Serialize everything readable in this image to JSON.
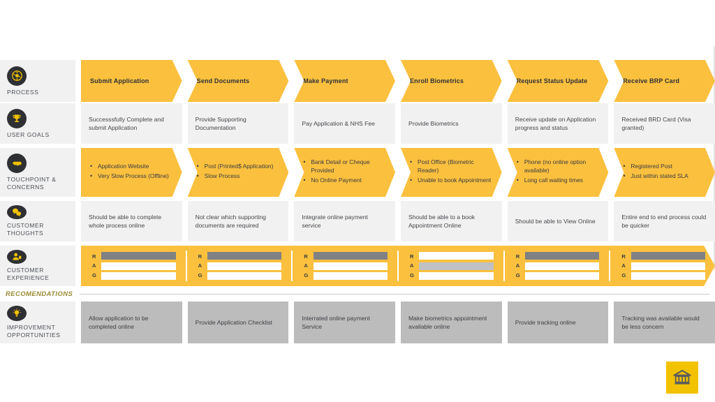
{
  "meta": {
    "recommendations_label": "RECOMENDATIONS",
    "accent_yellow": "#fbc03e",
    "logo_yellow": "#f2c200",
    "grey_card": "#f1f1f1",
    "dark_grey_card": "#bcbcbc",
    "rag_red_fill": "#7f8184",
    "rag_amber_fill": "#bfc1c3",
    "badge_dark": "#2e3033"
  },
  "rows": {
    "process": {
      "label": "PROCESS",
      "icon": "process-cycle-icon",
      "cells": [
        "Submit Application",
        "Send Documents",
        "Make Payment",
        "Enroll Biometrics",
        "Request Status Update",
        "Receive BRP Card"
      ]
    },
    "user_goals": {
      "label": "USER GOALS",
      "icon": "trophy-icon",
      "cells": [
        "Successsfully Complete and submit Application",
        "Provide Supporting Documentation",
        "Pay Application & NHS Fee",
        "Provide Biometrics",
        "Receive update on Application progress and status",
        "Received BRD Card (Visa granted)"
      ]
    },
    "touchpoints": {
      "label": "TOUCHPOINT & CONCERNS",
      "icon": "handshake-icon",
      "cells": [
        [
          "Application Website",
          "Very Slow Process (Offline)"
        ],
        [
          "Post (Printed$ Application)",
          "Slow Process"
        ],
        [
          "Bank Detail or Cheque Provided",
          "No Online Payment"
        ],
        [
          "Post Office (Biometric Reader)",
          "Unable to book Appointment"
        ],
        [
          "Phone (no online option available)",
          "Long call waiting times"
        ],
        [
          "Registered Post",
          "Just within stated SLA"
        ]
      ]
    },
    "customer_thoughts": {
      "label": "CUSTOMER THOUGHTS",
      "icon": "speech-bubbles-icon",
      "cells": [
        "Should be able to complete whole process online",
        "Not clear which supporting documents are required",
        "Integrate online payment service",
        "Should be able to a book Appointment Online",
        "Should be able to View Online",
        "Entire end to end process could be quicker"
      ]
    },
    "customer_experience": {
      "label": "CUSTOMER EXPERIENCE",
      "icon": "person-icon",
      "rag_labels": [
        "R",
        "A",
        "G"
      ],
      "cells": [
        {
          "r": true,
          "a": false,
          "g": false
        },
        {
          "r": true,
          "a": false,
          "g": false
        },
        {
          "r": true,
          "a": false,
          "g": false
        },
        {
          "r": false,
          "a": true,
          "g": false
        },
        {
          "r": true,
          "a": false,
          "g": false
        },
        {
          "r": true,
          "a": false,
          "g": false
        }
      ]
    },
    "improvement": {
      "label": "IMPROVEMENT OPPORTUNITIES",
      "icon": "lightbulb-icon",
      "cells": [
        "Allow application to be completed online",
        "Provide Application Checklist",
        "Interrated online payment Service",
        "Make biometrics appointment available online",
        "Provide tracking online",
        "Tracking was available would be less concern"
      ]
    }
  },
  "logo": {
    "icon": "bank-building-icon"
  }
}
